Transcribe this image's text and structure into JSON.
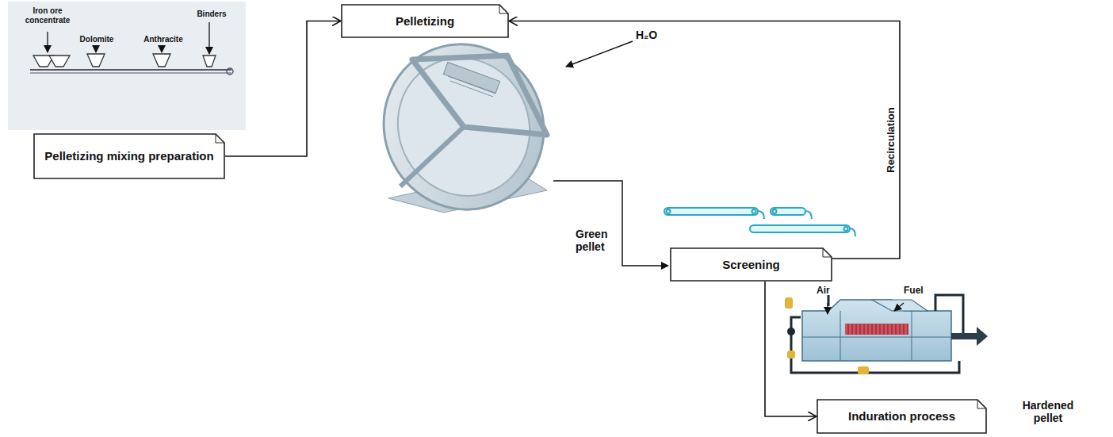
{
  "diagram": {
    "nodes": [
      {
        "text": [
          "Pelletizing"
        ]
      },
      {
        "text": [
          "Pelletizing mixing preparation"
        ]
      },
      {
        "text": [
          "Screening"
        ]
      },
      {
        "text": [
          "Induration process"
        ]
      }
    ],
    "edges": [
      {
        "from": 1,
        "to": 0,
        "arrow": "to"
      },
      {
        "from": 2,
        "to": 3,
        "arrow": "to"
      },
      {
        "from": 2,
        "to": 0,
        "label": "Recirculation",
        "arrow": "to"
      }
    ],
    "labels": [
      "Iron ore concentrate",
      "Dolomite",
      "Anthracite",
      "Binders",
      "H₂O",
      "Green pellet",
      "Air",
      "Fuel",
      "Hardened pellet"
    ]
  }
}
